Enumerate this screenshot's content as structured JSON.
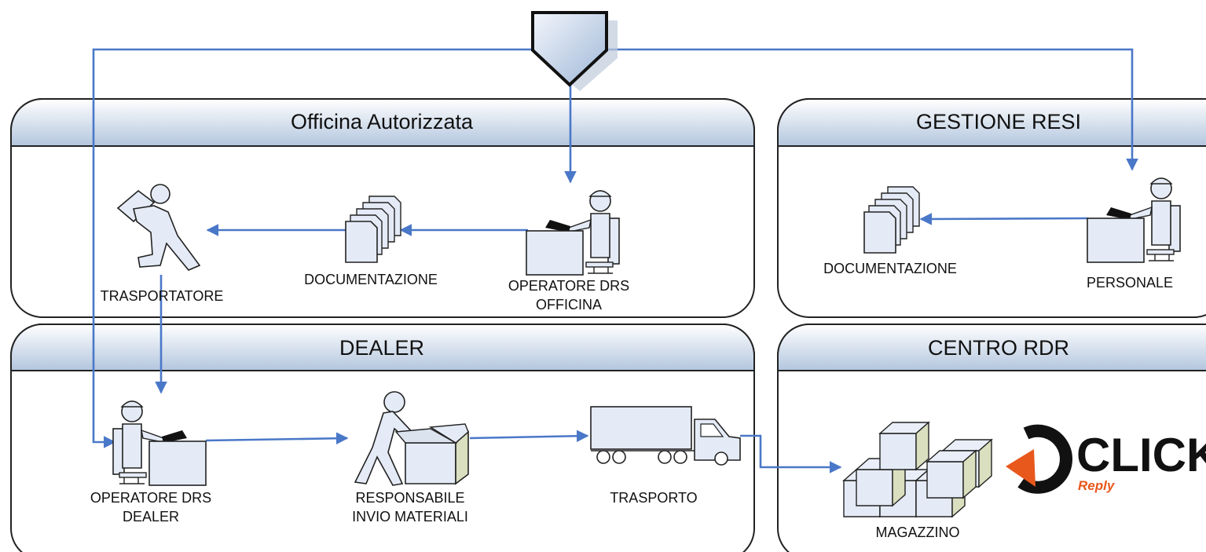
{
  "lanes": {
    "officina": "Officina Autorizzata",
    "gestione_resi": "GESTIONE RESI",
    "dealer": "DEALER",
    "centro_rdr": "CENTRO RDR"
  },
  "nodes": {
    "trasportatore": "TRASPORTATORE",
    "documentazione_officina": "DOCUMENTAZIONE",
    "operatore_officina_l1": "OPERATORE DRS",
    "operatore_officina_l2": "OFFICINA",
    "documentazione_resi": "DOCUMENTAZIONE",
    "personale": "PERSONALE",
    "operatore_dealer_l1": "OPERATORE DRS",
    "operatore_dealer_l2": "DEALER",
    "responsabile_l1": "RESPONSABILE",
    "responsabile_l2": "INVIO MATERIALI",
    "trasporto": "TRASPORTO",
    "magazzino": "MAGAZZINO"
  },
  "logo": {
    "word": "CLICK",
    "sub": "Reply"
  },
  "colors": {
    "arrow": "#4a78c8",
    "lane_header": "#c5d3e6",
    "shape_fill": "#e4ebf6",
    "box_side": "#d9dfbf",
    "logo_accent": "#e8571c"
  }
}
